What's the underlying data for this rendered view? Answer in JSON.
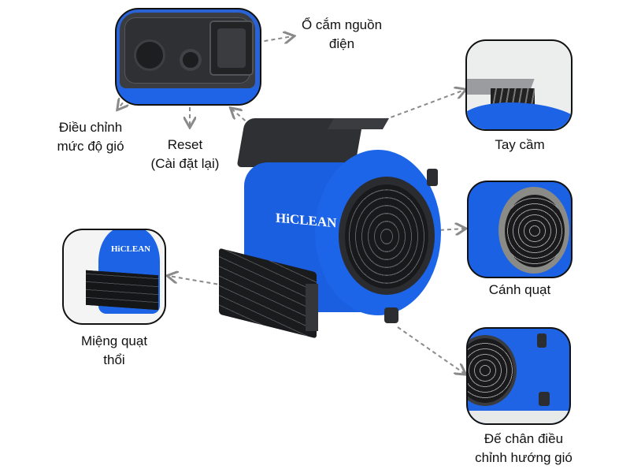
{
  "brand": "HiCLEAN",
  "colors": {
    "body_blue": "#1565e8",
    "body_blue_dark": "#0d47b8",
    "plastic_dark": "#2b2d30",
    "grille": "#1b1c1e",
    "leader_line": "#8a8a8a"
  },
  "callouts": {
    "power_outlet": "Ổ cắm nguồn điện",
    "power_outlet_line1": "Ổ cắm nguồn",
    "power_outlet_line2": "điện",
    "speed_control_line1": "Điều chỉnh",
    "speed_control_line2": "mức độ gió",
    "reset_line1": "Reset",
    "reset_line2": "(Cài đặt lại)",
    "handle": "Tay cầm",
    "fan_blade": "Cánh quạt",
    "outlet_mouth_line1": "Miệng quạt",
    "outlet_mouth_line2": "thổi",
    "stand_line1": "Đế chân điều",
    "stand_line2": "chỉnh hướng gió"
  }
}
